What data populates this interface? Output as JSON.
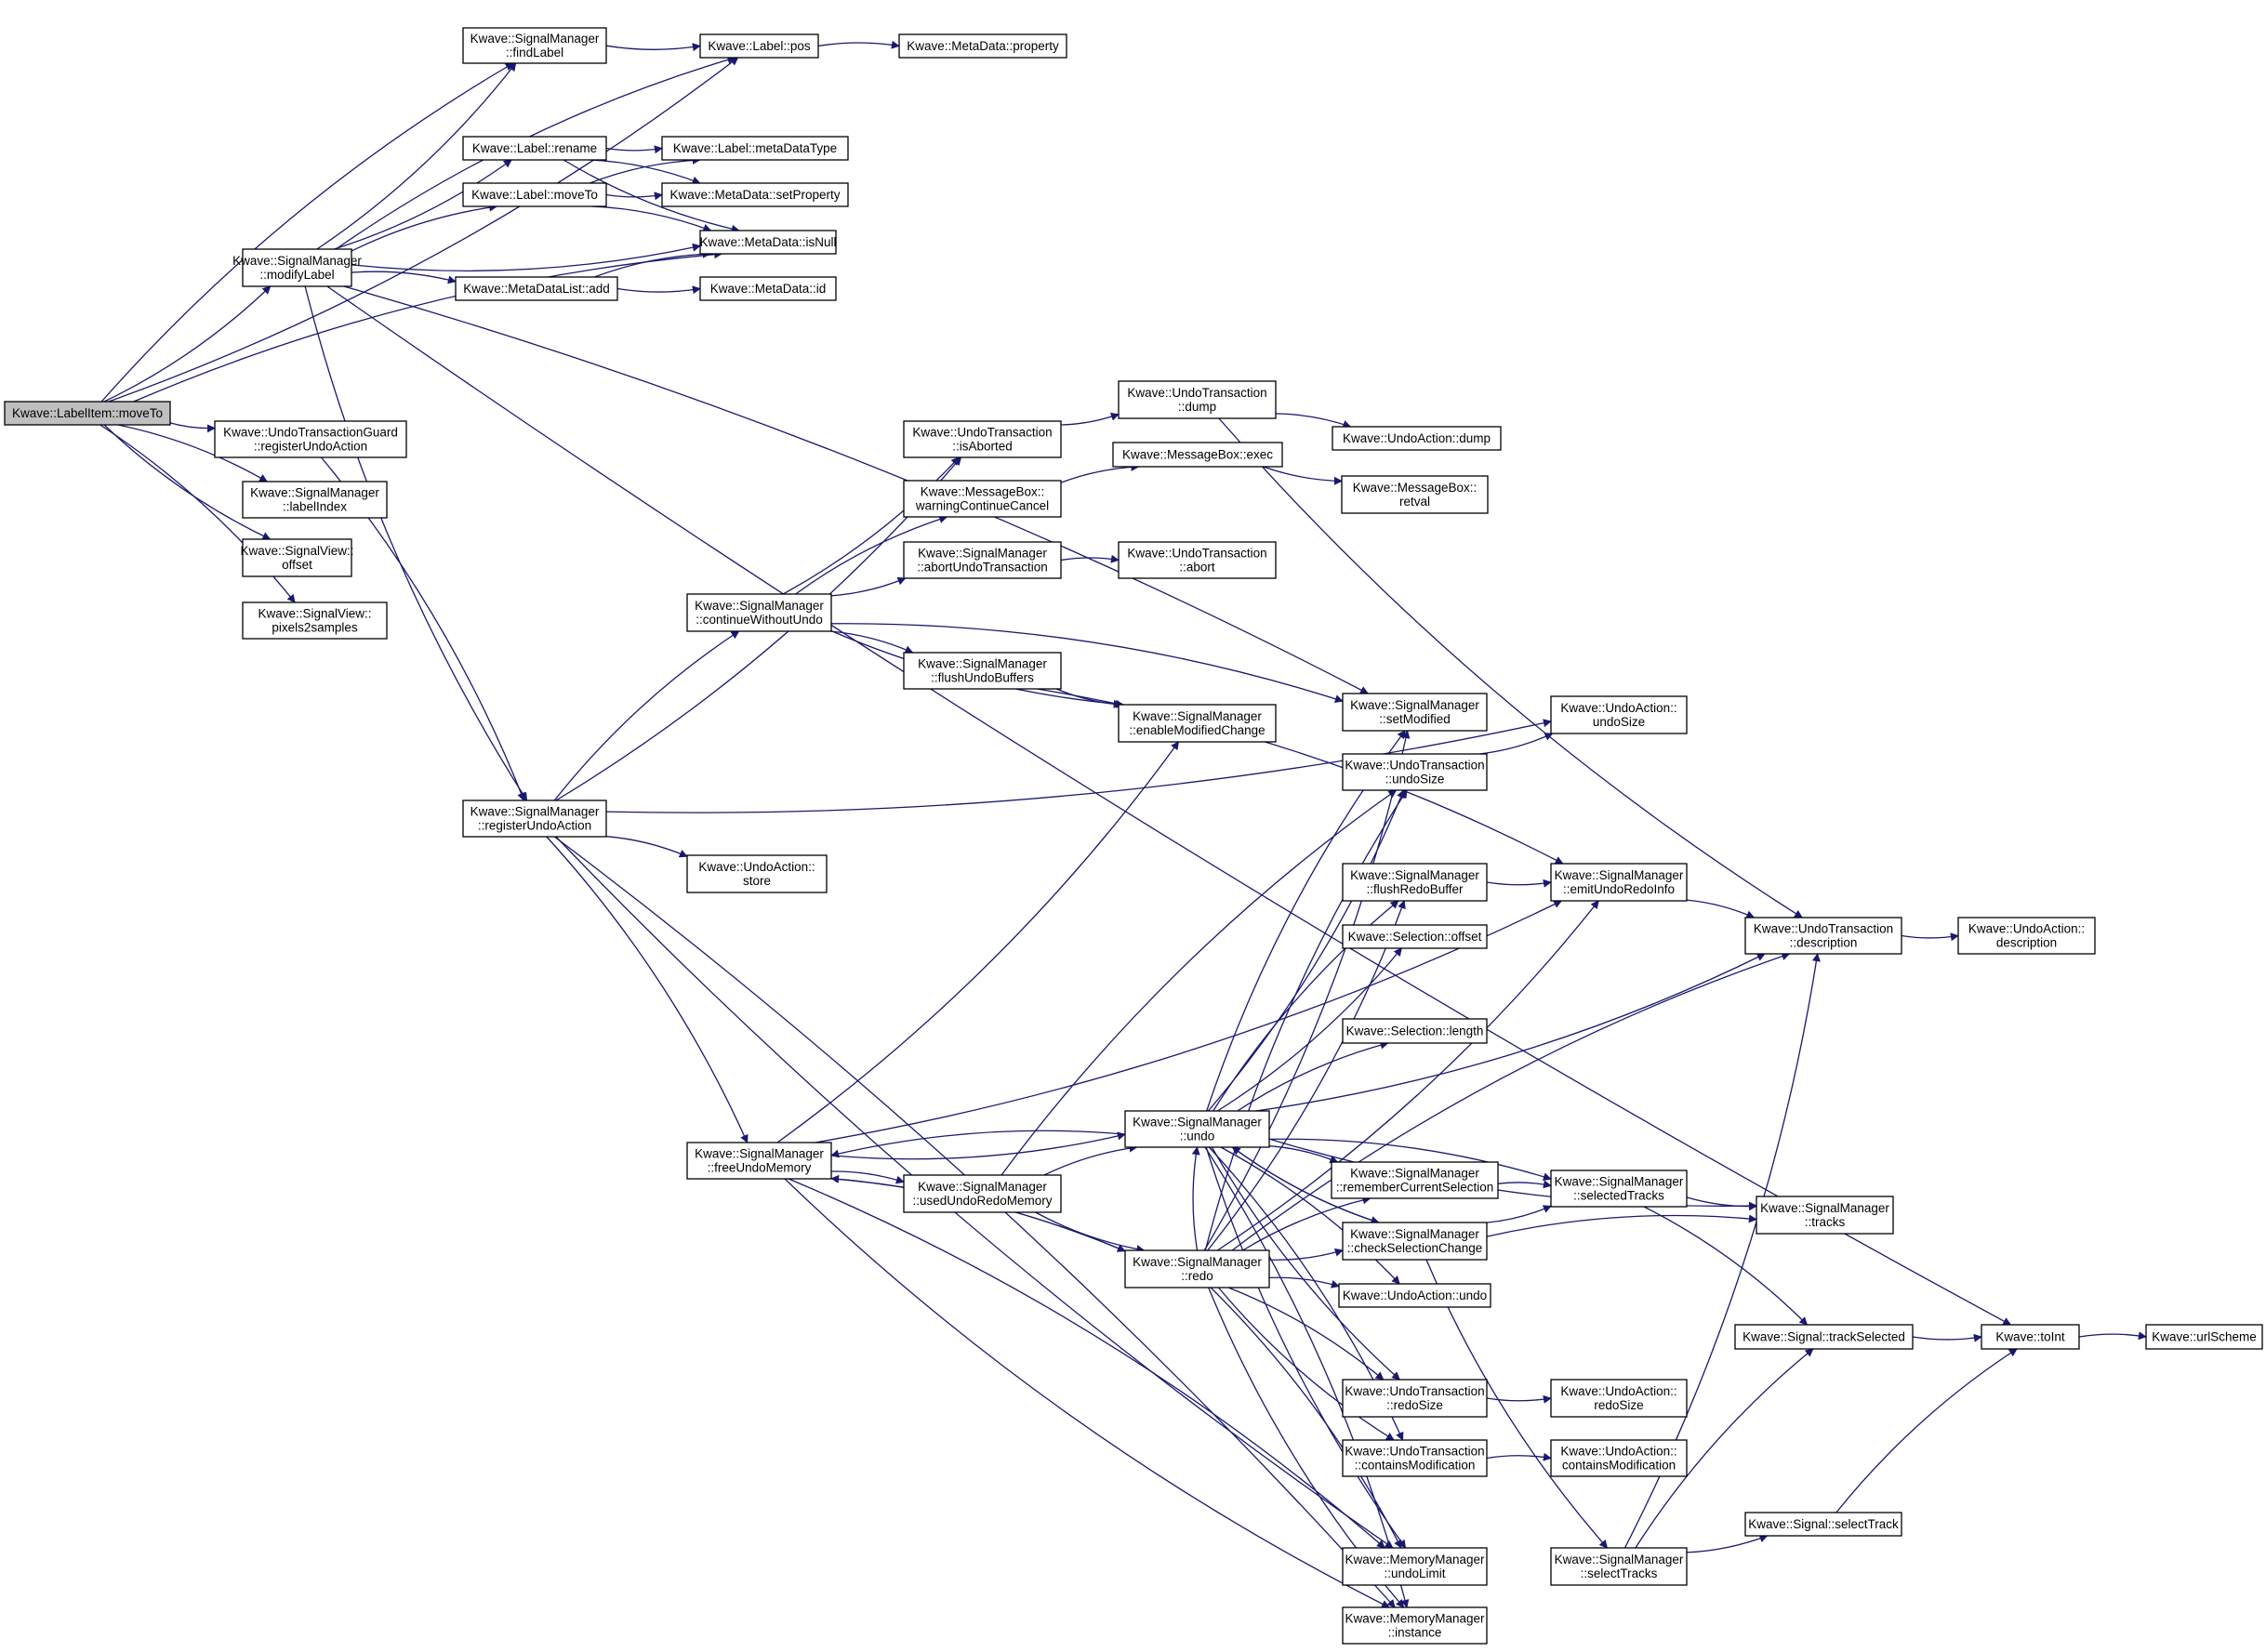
{
  "colors": {
    "edge": "#191970",
    "node_border": "#000000",
    "node_fill": "#ffffff",
    "root_fill": "#bfbfbf",
    "text": "#000000"
  },
  "nodes": [
    {
      "id": "root",
      "lines": [
        "Kwave::LabelItem::moveTo"
      ],
      "root": true
    },
    {
      "id": "findLabel",
      "lines": [
        "Kwave::SignalManager",
        "::findLabel"
      ]
    },
    {
      "id": "labelPos",
      "lines": [
        "Kwave::Label::pos"
      ]
    },
    {
      "id": "mdProperty",
      "lines": [
        "Kwave::MetaData::property"
      ]
    },
    {
      "id": "labelRename",
      "lines": [
        "Kwave::Label::rename"
      ]
    },
    {
      "id": "labelMetaDataType",
      "lines": [
        "Kwave::Label::metaDataType"
      ]
    },
    {
      "id": "labelMoveTo",
      "lines": [
        "Kwave::Label::moveTo"
      ]
    },
    {
      "id": "mdSetProperty",
      "lines": [
        "Kwave::MetaData::setProperty"
      ]
    },
    {
      "id": "mdIsNull",
      "lines": [
        "Kwave::MetaData::isNull"
      ]
    },
    {
      "id": "modifyLabel",
      "lines": [
        "Kwave::SignalManager",
        "::modifyLabel"
      ]
    },
    {
      "id": "mdlAdd",
      "lines": [
        "Kwave::MetaDataList::add"
      ]
    },
    {
      "id": "mdId",
      "lines": [
        "Kwave::MetaData::id"
      ]
    },
    {
      "id": "utgRegister",
      "lines": [
        "Kwave::UndoTransactionGuard",
        "::registerUndoAction"
      ]
    },
    {
      "id": "labelIndex",
      "lines": [
        "Kwave::SignalManager",
        "::labelIndex"
      ]
    },
    {
      "id": "svOffset",
      "lines": [
        "Kwave::SignalView::",
        "offset"
      ]
    },
    {
      "id": "svPixels2samples",
      "lines": [
        "Kwave::SignalView::",
        "pixels2samples"
      ]
    },
    {
      "id": "utDump",
      "lines": [
        "Kwave::UndoTransaction",
        "::dump"
      ]
    },
    {
      "id": "utIsAborted",
      "lines": [
        "Kwave::UndoTransaction",
        "::isAborted"
      ]
    },
    {
      "id": "uaDump",
      "lines": [
        "Kwave::UndoAction::dump"
      ]
    },
    {
      "id": "mbExec",
      "lines": [
        "Kwave::MessageBox::exec"
      ]
    },
    {
      "id": "mbWarning",
      "lines": [
        "Kwave::MessageBox::",
        "warningContinueCancel"
      ]
    },
    {
      "id": "mbRetval",
      "lines": [
        "Kwave::MessageBox::",
        "retval"
      ]
    },
    {
      "id": "smAbortUT",
      "lines": [
        "Kwave::SignalManager",
        "::abortUndoTransaction"
      ]
    },
    {
      "id": "utAbort",
      "lines": [
        "Kwave::UndoTransaction",
        "::abort"
      ]
    },
    {
      "id": "smContinue",
      "lines": [
        "Kwave::SignalManager",
        "::continueWithoutUndo"
      ]
    },
    {
      "id": "smFlushUndo",
      "lines": [
        "Kwave::SignalManager",
        "::flushUndoBuffers"
      ]
    },
    {
      "id": "smSetModified",
      "lines": [
        "Kwave::SignalManager",
        "::setModified"
      ]
    },
    {
      "id": "smEnableModified",
      "lines": [
        "Kwave::SignalManager",
        "::enableModifiedChange"
      ]
    },
    {
      "id": "uaUndoSize",
      "lines": [
        "Kwave::UndoAction::",
        "undoSize"
      ]
    },
    {
      "id": "utUndoSize",
      "lines": [
        "Kwave::UndoTransaction",
        "::undoSize"
      ]
    },
    {
      "id": "smRegister",
      "lines": [
        "Kwave::SignalManager",
        "::registerUndoAction"
      ]
    },
    {
      "id": "uaStore",
      "lines": [
        "Kwave::UndoAction::",
        "store"
      ]
    },
    {
      "id": "smFlushRedo",
      "lines": [
        "Kwave::SignalManager",
        "::flushRedoBuffer"
      ]
    },
    {
      "id": "smEmit",
      "lines": [
        "Kwave::SignalManager",
        "::emitUndoRedoInfo"
      ]
    },
    {
      "id": "utDescription",
      "lines": [
        "Kwave::UndoTransaction",
        "::description"
      ]
    },
    {
      "id": "uaDescription",
      "lines": [
        "Kwave::UndoAction::",
        "description"
      ]
    },
    {
      "id": "selOffset",
      "lines": [
        "Kwave::Selection::offset"
      ]
    },
    {
      "id": "selLength",
      "lines": [
        "Kwave::Selection::length"
      ]
    },
    {
      "id": "smUndo",
      "lines": [
        "Kwave::SignalManager",
        "::undo"
      ]
    },
    {
      "id": "smFreeUndo",
      "lines": [
        "Kwave::SignalManager",
        "::freeUndoMemory"
      ]
    },
    {
      "id": "smUsedUR",
      "lines": [
        "Kwave::SignalManager",
        "::usedUndoRedoMemory"
      ]
    },
    {
      "id": "smRemember",
      "lines": [
        "Kwave::SignalManager",
        "::rememberCurrentSelection"
      ]
    },
    {
      "id": "smSelected",
      "lines": [
        "Kwave::SignalManager",
        "::selectedTracks"
      ]
    },
    {
      "id": "smTracks",
      "lines": [
        "Kwave::SignalManager",
        "::tracks"
      ]
    },
    {
      "id": "smCheckSel",
      "lines": [
        "Kwave::SignalManager",
        "::checkSelectionChange"
      ]
    },
    {
      "id": "smRedo",
      "lines": [
        "Kwave::SignalManager",
        "::redo"
      ]
    },
    {
      "id": "uaUndo",
      "lines": [
        "Kwave::UndoAction::undo"
      ]
    },
    {
      "id": "sigTrackSelected",
      "lines": [
        "Kwave::Signal::trackSelected"
      ]
    },
    {
      "id": "toInt",
      "lines": [
        "Kwave::toInt"
      ]
    },
    {
      "id": "urlScheme",
      "lines": [
        "Kwave::urlScheme"
      ]
    },
    {
      "id": "utRedoSize",
      "lines": [
        "Kwave::UndoTransaction",
        "::redoSize"
      ]
    },
    {
      "id": "uaRedoSize",
      "lines": [
        "Kwave::UndoAction::",
        "redoSize"
      ]
    },
    {
      "id": "utContainsMod",
      "lines": [
        "Kwave::UndoTransaction",
        "::containsModification"
      ]
    },
    {
      "id": "uaContainsMod",
      "lines": [
        "Kwave::UndoAction::",
        "containsModification"
      ]
    },
    {
      "id": "sigSelectTrack",
      "lines": [
        "Kwave::Signal::selectTrack"
      ]
    },
    {
      "id": "mmUndoLimit",
      "lines": [
        "Kwave::MemoryManager",
        "::undoLimit"
      ]
    },
    {
      "id": "smSelectTracks",
      "lines": [
        "Kwave::SignalManager",
        "::selectTracks"
      ]
    },
    {
      "id": "mmInstance",
      "lines": [
        "Kwave::MemoryManager",
        "::instance"
      ]
    }
  ],
  "edges": [
    [
      "root",
      "labelPos"
    ],
    [
      "root",
      "findLabel"
    ],
    [
      "root",
      "modifyLabel"
    ],
    [
      "root",
      "mdIsNull"
    ],
    [
      "root",
      "utgRegister"
    ],
    [
      "root",
      "labelIndex"
    ],
    [
      "root",
      "svOffset"
    ],
    [
      "root",
      "svPixels2samples"
    ],
    [
      "findLabel",
      "labelPos"
    ],
    [
      "labelPos",
      "mdProperty"
    ],
    [
      "labelRename",
      "labelMetaDataType"
    ],
    [
      "labelRename",
      "mdSetProperty"
    ],
    [
      "labelRename",
      "mdIsNull"
    ],
    [
      "labelMoveTo",
      "labelMetaDataType"
    ],
    [
      "labelMoveTo",
      "mdSetProperty"
    ],
    [
      "labelMoveTo",
      "mdIsNull"
    ],
    [
      "modifyLabel",
      "findLabel"
    ],
    [
      "modifyLabel",
      "labelPos"
    ],
    [
      "modifyLabel",
      "labelRename"
    ],
    [
      "modifyLabel",
      "labelMoveTo"
    ],
    [
      "modifyLabel",
      "mdIsNull"
    ],
    [
      "modifyLabel",
      "mdlAdd"
    ],
    [
      "modifyLabel",
      "smRegister"
    ],
    [
      "modifyLabel",
      "smSetModified"
    ],
    [
      "modifyLabel",
      "toInt"
    ],
    [
      "mdlAdd",
      "mdIsNull"
    ],
    [
      "mdlAdd",
      "mdId"
    ],
    [
      "utgRegister",
      "smRegister"
    ],
    [
      "utIsAborted",
      "utDump"
    ],
    [
      "utDump",
      "uaDump"
    ],
    [
      "utDump",
      "utDescription"
    ],
    [
      "mbWarning",
      "mbExec"
    ],
    [
      "mbExec",
      "mbRetval"
    ],
    [
      "smAbortUT",
      "utAbort"
    ],
    [
      "smContinue",
      "utIsAborted"
    ],
    [
      "smContinue",
      "mbWarning"
    ],
    [
      "smContinue",
      "smAbortUT"
    ],
    [
      "smContinue",
      "smFlushUndo"
    ],
    [
      "smContinue",
      "smEnableModified"
    ],
    [
      "smContinue",
      "smSetModified"
    ],
    [
      "smFlushUndo",
      "smEnableModified"
    ],
    [
      "smFlushUndo",
      "smEmit"
    ],
    [
      "utUndoSize",
      "uaUndoSize"
    ],
    [
      "smRegister",
      "smContinue"
    ],
    [
      "smRegister",
      "utIsAborted"
    ],
    [
      "smRegister",
      "uaStore"
    ],
    [
      "smRegister",
      "uaUndoSize"
    ],
    [
      "smRegister",
      "smFreeUndo"
    ],
    [
      "smRegister",
      "mmUndoLimit"
    ],
    [
      "smRegister",
      "mmInstance"
    ],
    [
      "smFreeUndo",
      "smEnableModified"
    ],
    [
      "smFreeUndo",
      "smUsedUR"
    ],
    [
      "smFreeUndo",
      "smUndo"
    ],
    [
      "smFreeUndo",
      "smRedo"
    ],
    [
      "smFreeUndo",
      "smEmit"
    ],
    [
      "smFreeUndo",
      "mmUndoLimit"
    ],
    [
      "smFreeUndo",
      "mmInstance"
    ],
    [
      "smUsedUR",
      "smUndo"
    ],
    [
      "smUsedUR",
      "smRedo"
    ],
    [
      "smUsedUR",
      "utUndoSize"
    ],
    [
      "smUndo",
      "smFreeUndo"
    ],
    [
      "smUndo",
      "smSetModified"
    ],
    [
      "smUndo",
      "utUndoSize"
    ],
    [
      "smUndo",
      "smFlushRedo"
    ],
    [
      "smUndo",
      "selOffset"
    ],
    [
      "smUndo",
      "selLength"
    ],
    [
      "smUndo",
      "utDescription"
    ],
    [
      "smUndo",
      "smRemember"
    ],
    [
      "smUndo",
      "smCheckSel"
    ],
    [
      "smUndo",
      "smSelected"
    ],
    [
      "smUndo",
      "smTracks"
    ],
    [
      "smUndo",
      "uaUndo"
    ],
    [
      "smUndo",
      "utRedoSize"
    ],
    [
      "smUndo",
      "utContainsMod"
    ],
    [
      "smUndo",
      "mmUndoLimit"
    ],
    [
      "smUndo",
      "mmInstance"
    ],
    [
      "smRedo",
      "smFreeUndo"
    ],
    [
      "smRedo",
      "smUndo"
    ],
    [
      "smRedo",
      "smSetModified"
    ],
    [
      "smRedo",
      "utUndoSize"
    ],
    [
      "smRedo",
      "smFlushRedo"
    ],
    [
      "smRedo",
      "smRemember"
    ],
    [
      "smRedo",
      "smCheckSel"
    ],
    [
      "smRedo",
      "uaUndo"
    ],
    [
      "smRedo",
      "smEmit"
    ],
    [
      "smRedo",
      "utRedoSize"
    ],
    [
      "smRedo",
      "utContainsMod"
    ],
    [
      "smRedo",
      "mmUndoLimit"
    ],
    [
      "smRedo",
      "mmInstance"
    ],
    [
      "smRedo",
      "utDescription"
    ],
    [
      "smFlushRedo",
      "smEmit"
    ],
    [
      "smEmit",
      "utDescription"
    ],
    [
      "utDescription",
      "uaDescription"
    ],
    [
      "smRemember",
      "smSelected"
    ],
    [
      "smCheckSel",
      "smSelected"
    ],
    [
      "smCheckSel",
      "smTracks"
    ],
    [
      "smCheckSel",
      "smSelectTracks"
    ],
    [
      "smCheckSel",
      "smUndo"
    ],
    [
      "smSelected",
      "smTracks"
    ],
    [
      "smSelected",
      "sigTrackSelected"
    ],
    [
      "sigTrackSelected",
      "toInt"
    ],
    [
      "toInt",
      "urlScheme"
    ],
    [
      "utRedoSize",
      "uaRedoSize"
    ],
    [
      "utContainsMod",
      "uaContainsMod"
    ],
    [
      "smSelectTracks",
      "sigSelectTrack"
    ],
    [
      "smSelectTracks",
      "sigTrackSelected"
    ],
    [
      "smSelectTracks",
      "utDescription"
    ],
    [
      "sigSelectTrack",
      "toInt"
    ]
  ]
}
